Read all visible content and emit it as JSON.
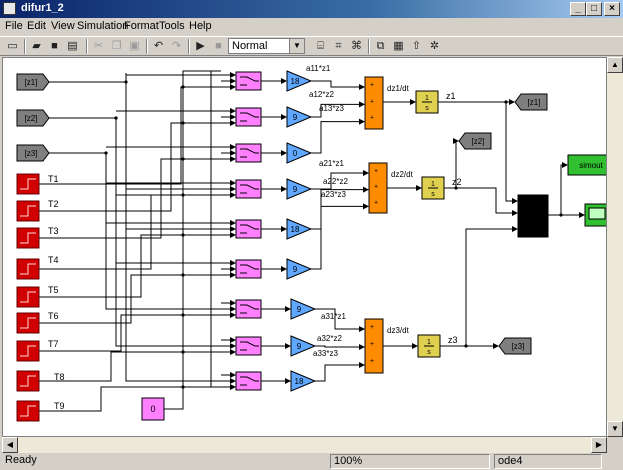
{
  "window": {
    "title": "difur1_2"
  },
  "menu": [
    "File",
    "Edit",
    "View",
    "Simulation",
    "Format",
    "Tools",
    "Help"
  ],
  "toolbar": {
    "mode": "Normal"
  },
  "status": {
    "left": "Ready",
    "zoom": "100%",
    "solver": "ode4"
  },
  "model": {
    "from_tags": [
      "[z1]",
      "[z2]",
      "[z3]"
    ],
    "inputs": [
      "T1",
      "T2",
      "T3",
      "T4",
      "T5",
      "T6",
      "T7",
      "T8",
      "T9"
    ],
    "gains": [
      "18",
      "9",
      "0",
      "9",
      "18",
      "9",
      "9",
      "9",
      "18"
    ],
    "constant": "0",
    "products": [
      "a11*z1",
      "a12*z2",
      "a13*z3",
      "a21*z1",
      "a22*z2",
      "a23*z3",
      "a31*z1",
      "a32*z2",
      "a33*z3"
    ],
    "derivs": [
      "dz1/dt",
      "dz2/dt",
      "dz3/dt"
    ],
    "integrator": "1/s",
    "outputs": [
      "z1",
      "z2",
      "z3"
    ],
    "goto_tags": [
      "[z1]",
      "[z2]",
      "[z3]"
    ],
    "simout": "simout"
  },
  "colors": {
    "switch": "#ff80ff",
    "gain": "#5fa7ff",
    "sum": "#ff8c00",
    "integrator": "#e0d050",
    "step": "#d00000",
    "from": "#7f7f7f",
    "simout": "#30c030"
  }
}
